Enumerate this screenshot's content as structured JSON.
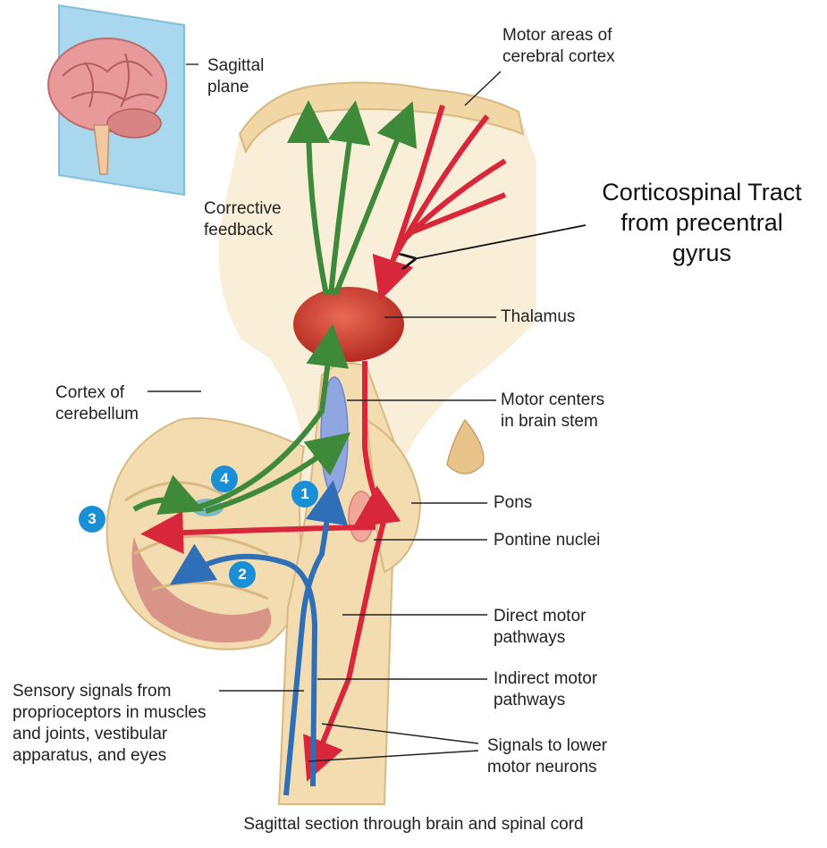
{
  "labels": {
    "sagittal_plane": "Sagittal\nplane",
    "motor_areas": "Motor areas of\ncerebral cortex",
    "corrective_feedback": "Corrective\nfeedback",
    "corticospinal": "Corticospinal Tract\nfrom precentral\ngyrus",
    "thalamus": "Thalamus",
    "cortex_cerebellum": "Cortex of\ncerebellum",
    "motor_centers": "Motor centers\nin brain stem",
    "pons": "Pons",
    "pontine_nuclei": "Pontine nuclei",
    "direct_motor": "Direct motor\npathways",
    "indirect_motor": "Indirect motor\npathways",
    "sensory_signals": "Sensory signals from\nproprioceptors in muscles\nand joints, vestibular\napparatus, and eyes",
    "signals_lower": "Signals to lower\nmotor neurons"
  },
  "badges": {
    "one": "1",
    "two": "2",
    "three": "3",
    "four": "4"
  },
  "caption": "Sagittal section through brain and spinal cord",
  "colors": {
    "motor_pathway": "#d8263a",
    "feedback_pathway": "#3f8a3a",
    "sensory_pathway": "#2f6fb8",
    "tissue": "#f3dcb0",
    "thalamus": "#c9302c",
    "badge": "#1a8fd6"
  }
}
